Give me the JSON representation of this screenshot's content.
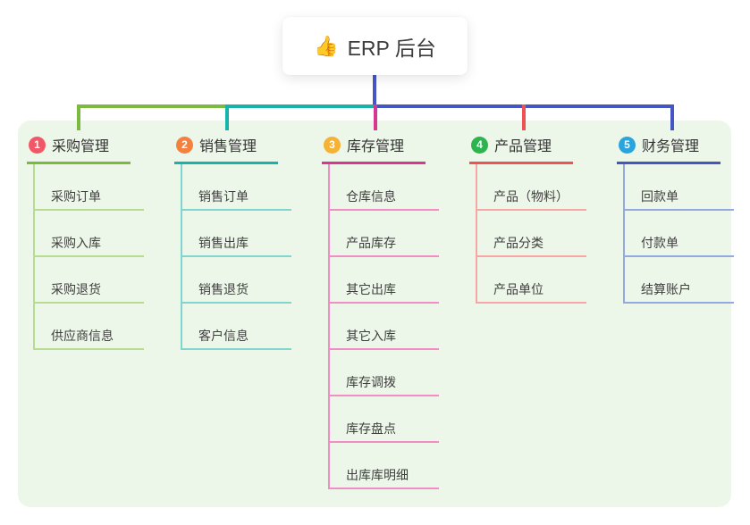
{
  "root": {
    "icon": "👍",
    "label": "ERP 后台"
  },
  "colors": {
    "panel_background": "#edf7e9",
    "root_stem": "#4456c7",
    "text_dark": "#3c3c3c"
  },
  "branches": [
    {
      "num": "1",
      "label": "采购管理",
      "badge_color": "#f25767",
      "line_color": "#7cb93f",
      "light_color": "#b7dc90",
      "items": [
        "采购订单",
        "采购入库",
        "采购退货",
        "供应商信息"
      ]
    },
    {
      "num": "2",
      "label": "销售管理",
      "badge_color": "#f5813e",
      "line_color": "#16b3ab",
      "light_color": "#82d5ce",
      "items": [
        "销售订单",
        "销售出库",
        "销售退货",
        "客户信息"
      ]
    },
    {
      "num": "3",
      "label": "库存管理",
      "badge_color": "#f6b234",
      "line_color": "#d8378f",
      "light_color": "#ef8ec4",
      "items": [
        "仓库信息",
        "产品库存",
        "其它出库",
        "其它入库",
        "库存调拨",
        "库存盘点",
        "出库库明细"
      ]
    },
    {
      "num": "4",
      "label": "产品管理",
      "badge_color": "#2cb44f",
      "line_color": "#ee5253",
      "light_color": "#f8a5a5",
      "items": [
        "产品（物料）",
        "产品分类",
        "产品单位"
      ]
    },
    {
      "num": "5",
      "label": "财务管理",
      "badge_color": "#2aa4dc",
      "line_color": "#4356c2",
      "light_color": "#93aade",
      "items": [
        "回款单",
        "付款单",
        "结算账户"
      ]
    }
  ]
}
